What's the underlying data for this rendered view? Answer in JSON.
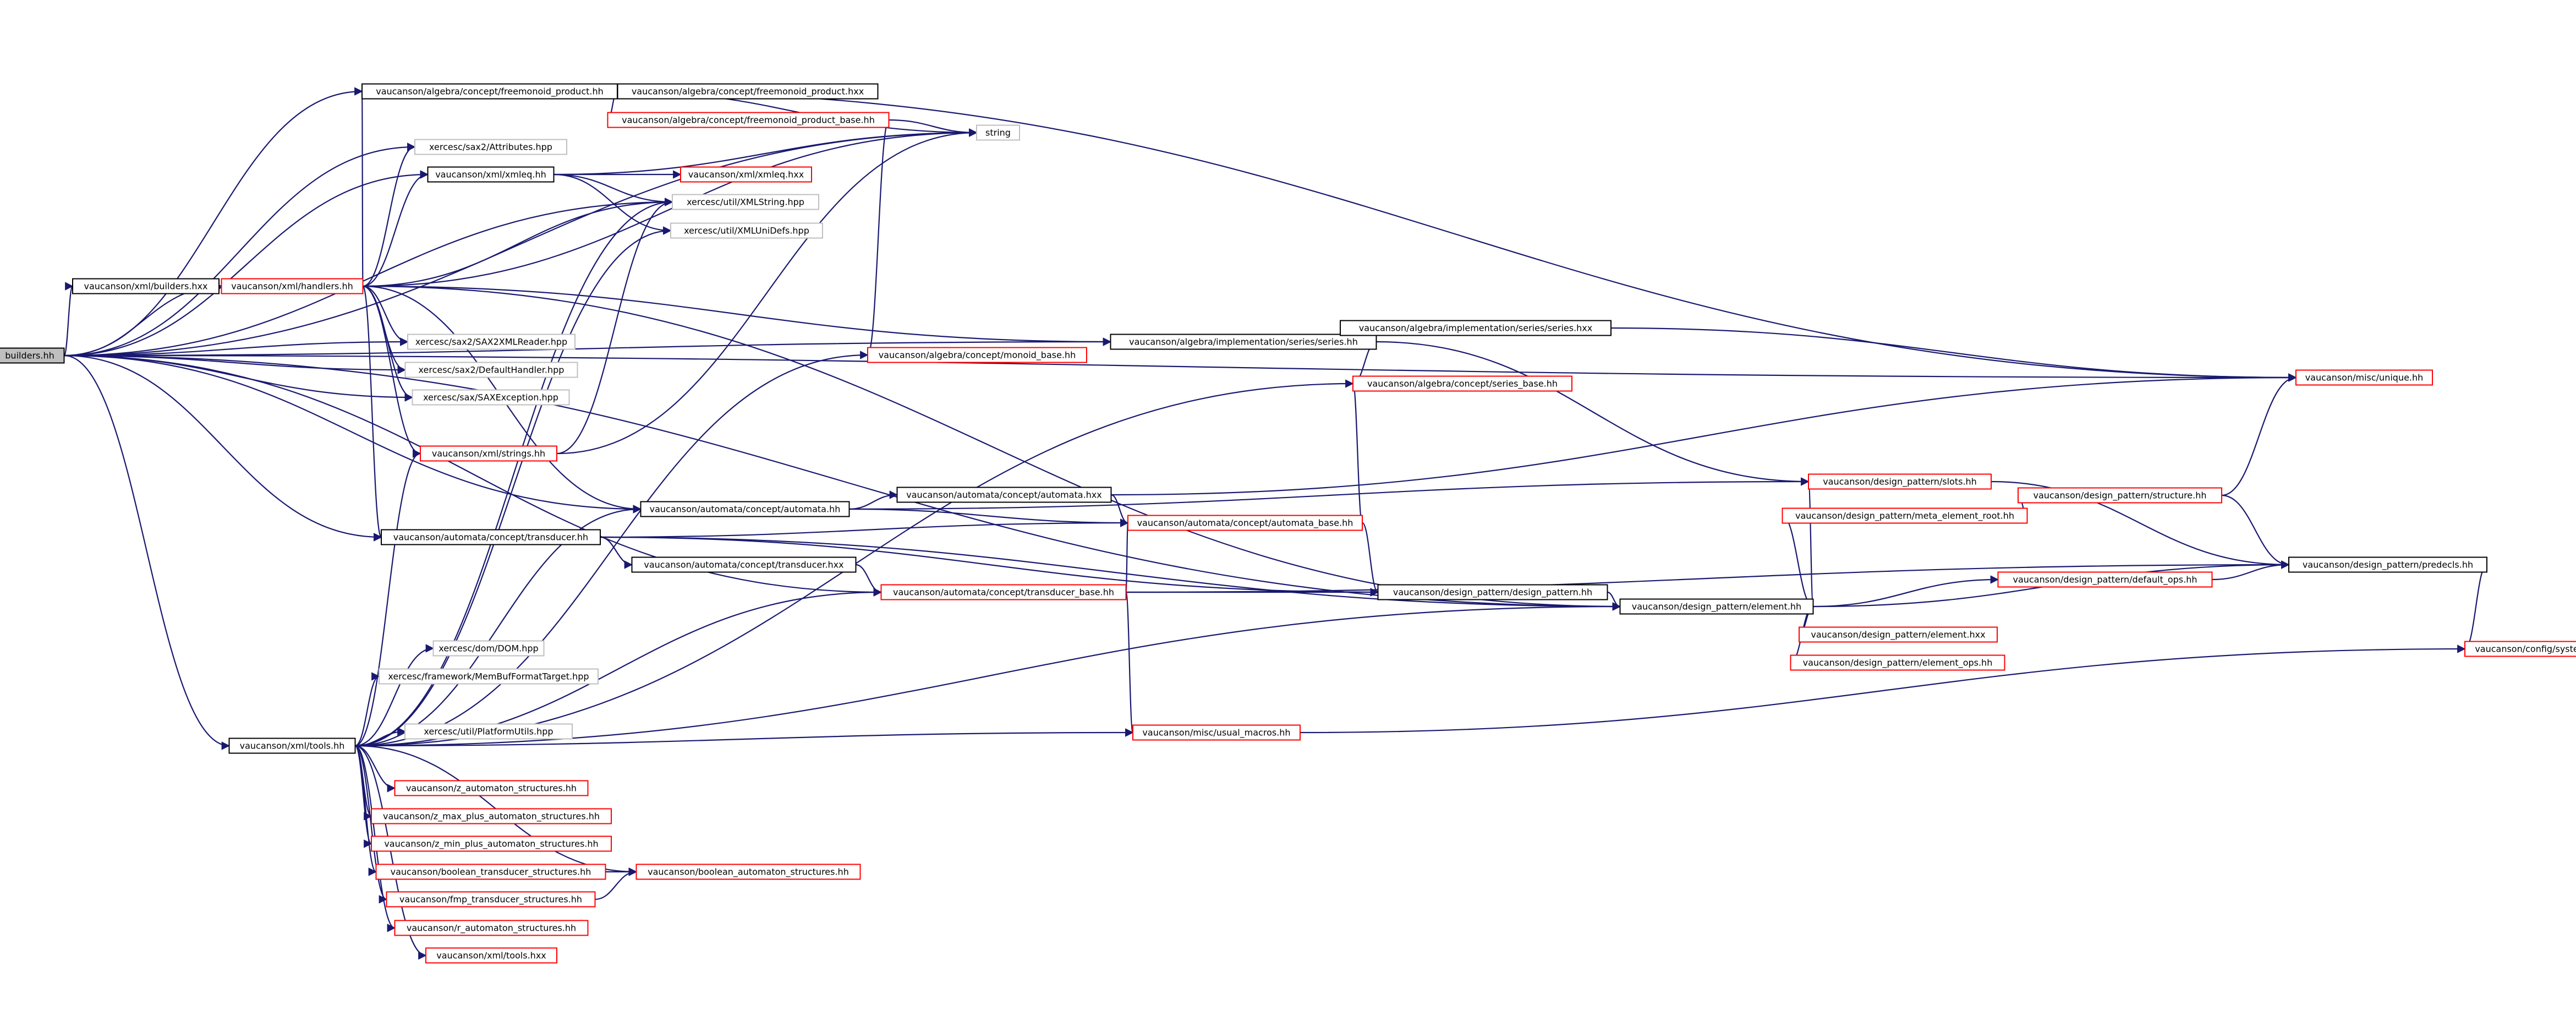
{
  "diagram": {
    "type": "include-dependency-graph",
    "colors": {
      "edge": "#191970",
      "border_black": "#000000",
      "border_red": "#ff0000",
      "border_gray": "#bfbfbf",
      "root_fill": "#bfbfbf",
      "fill": "#ffffff"
    },
    "nodes": [
      {
        "id": "builders",
        "label": "builders.hh",
        "style": "root"
      },
      {
        "id": "fmp_hh",
        "label": "vaucanson/algebra/concept/freemonoid_product.hh",
        "style": "black"
      },
      {
        "id": "fmp_hxx",
        "label": "vaucanson/algebra/concept/freemonoid_product.hxx",
        "style": "black"
      },
      {
        "id": "fmp_base",
        "label": "vaucanson/algebra/concept/freemonoid_product_base.hh",
        "style": "red"
      },
      {
        "id": "string",
        "label": "string",
        "style": "gray"
      },
      {
        "id": "attributes",
        "label": "xercesc/sax2/Attributes.hpp",
        "style": "gray"
      },
      {
        "id": "xmleq_hh",
        "label": "vaucanson/xml/xmleq.hh",
        "style": "black"
      },
      {
        "id": "xmleq_hxx",
        "label": "vaucanson/xml/xmleq.hxx",
        "style": "red"
      },
      {
        "id": "xmlstring",
        "label": "xercesc/util/XMLString.hpp",
        "style": "gray"
      },
      {
        "id": "xmlunidefs",
        "label": "xercesc/util/XMLUniDefs.hpp",
        "style": "gray"
      },
      {
        "id": "builders_hxx",
        "label": "vaucanson/xml/builders.hxx",
        "style": "black"
      },
      {
        "id": "handlers",
        "label": "vaucanson/xml/handlers.hh",
        "style": "red"
      },
      {
        "id": "sax2reader",
        "label": "xercesc/sax2/SAX2XMLReader.hpp",
        "style": "gray"
      },
      {
        "id": "defhandler",
        "label": "xercesc/sax2/DefaultHandler.hpp",
        "style": "gray"
      },
      {
        "id": "saxexc",
        "label": "xercesc/sax/SAXException.hpp",
        "style": "gray"
      },
      {
        "id": "strings",
        "label": "vaucanson/xml/strings.hh",
        "style": "red"
      },
      {
        "id": "monoid_base",
        "label": "vaucanson/algebra/concept/monoid_base.hh",
        "style": "red"
      },
      {
        "id": "series_hh",
        "label": "vaucanson/algebra/implementation/series/series.hh",
        "style": "black"
      },
      {
        "id": "series_hxx",
        "label": "vaucanson/algebra/implementation/series/series.hxx",
        "style": "black"
      },
      {
        "id": "series_base",
        "label": "vaucanson/algebra/concept/series_base.hh",
        "style": "red"
      },
      {
        "id": "unique",
        "label": "vaucanson/misc/unique.hh",
        "style": "red"
      },
      {
        "id": "automata_hh",
        "label": "vaucanson/automata/concept/automata.hh",
        "style": "black"
      },
      {
        "id": "automata_hxx",
        "label": "vaucanson/automata/concept/automata.hxx",
        "style": "black"
      },
      {
        "id": "automata_base",
        "label": "vaucanson/automata/concept/automata_base.hh",
        "style": "red"
      },
      {
        "id": "transducer_hh",
        "label": "vaucanson/automata/concept/transducer.hh",
        "style": "black"
      },
      {
        "id": "transducer_hxx",
        "label": "vaucanson/automata/concept/transducer.hxx",
        "style": "black"
      },
      {
        "id": "transducer_base",
        "label": "vaucanson/automata/concept/transducer_base.hh",
        "style": "red"
      },
      {
        "id": "slots",
        "label": "vaucanson/design_pattern/slots.hh",
        "style": "red"
      },
      {
        "id": "meta_elt",
        "label": "vaucanson/design_pattern/meta_element_root.hh",
        "style": "red"
      },
      {
        "id": "structure",
        "label": "vaucanson/design_pattern/structure.hh",
        "style": "red"
      },
      {
        "id": "predecls",
        "label": "vaucanson/design_pattern/predecls.hh",
        "style": "black"
      },
      {
        "id": "dp_hh",
        "label": "vaucanson/design_pattern/design_pattern.hh",
        "style": "black"
      },
      {
        "id": "element_hh",
        "label": "vaucanson/design_pattern/element.hh",
        "style": "black"
      },
      {
        "id": "default_ops",
        "label": "vaucanson/design_pattern/default_ops.hh",
        "style": "red"
      },
      {
        "id": "element_hxx",
        "label": "vaucanson/design_pattern/element.hxx",
        "style": "red"
      },
      {
        "id": "element_ops",
        "label": "vaucanson/design_pattern/element_ops.hh",
        "style": "red"
      },
      {
        "id": "config",
        "label": "vaucanson/config/system.hh",
        "style": "red"
      },
      {
        "id": "dom",
        "label": "xercesc/dom/DOM.hpp",
        "style": "gray"
      },
      {
        "id": "membuf",
        "label": "xercesc/framework/MemBufFormatTarget.hpp",
        "style": "gray"
      },
      {
        "id": "platutils",
        "label": "xercesc/util/PlatformUtils.hpp",
        "style": "gray"
      },
      {
        "id": "tools_hh",
        "label": "vaucanson/xml/tools.hh",
        "style": "black"
      },
      {
        "id": "static_macros",
        "label": "vaucanson/misc/usual_macros.hh",
        "style": "red"
      },
      {
        "id": "z_auto",
        "label": "vaucanson/z_automaton_structures.hh",
        "style": "red"
      },
      {
        "id": "z_max",
        "label": "vaucanson/z_max_plus_automaton_structures.hh",
        "style": "red"
      },
      {
        "id": "z_min",
        "label": "vaucanson/z_min_plus_automaton_structures.hh",
        "style": "red"
      },
      {
        "id": "bool_trans",
        "label": "vaucanson/boolean_transducer_structures.hh",
        "style": "red"
      },
      {
        "id": "bool_auto",
        "label": "vaucanson/boolean_automaton_structures.hh",
        "style": "red"
      },
      {
        "id": "fmp_trans",
        "label": "vaucanson/fmp_transducer_structures.hh",
        "style": "red"
      },
      {
        "id": "r_auto",
        "label": "vaucanson/r_automaton_structures.hh",
        "style": "red"
      },
      {
        "id": "tools_hxx",
        "label": "vaucanson/xml/tools.hxx",
        "style": "red"
      }
    ],
    "edges": [
      [
        "builders",
        "fmp_hh"
      ],
      [
        "builders",
        "string"
      ],
      [
        "builders",
        "xmlstring"
      ],
      [
        "builders",
        "attributes"
      ],
      [
        "builders",
        "xmleq_hh"
      ],
      [
        "builders",
        "builders_hxx"
      ],
      [
        "builders",
        "handlers"
      ],
      [
        "builders",
        "sax2reader"
      ],
      [
        "builders",
        "defhandler"
      ],
      [
        "builders",
        "saxexc"
      ],
      [
        "builders",
        "unique"
      ],
      [
        "builders",
        "series_hh"
      ],
      [
        "builders",
        "automata_hh"
      ],
      [
        "builders",
        "transducer_hh"
      ],
      [
        "builders",
        "transducer_base"
      ],
      [
        "builders",
        "element_hh"
      ],
      [
        "builders",
        "tools_hh"
      ],
      [
        "fmp_hh",
        "fmp_hxx"
      ],
      [
        "fmp_hh",
        "fmp_base"
      ],
      [
        "fmp_hh",
        "string"
      ],
      [
        "fmp_hh",
        "unique"
      ],
      [
        "fmp_hxx",
        "fmp_hh"
      ],
      [
        "fmp_base",
        "string"
      ],
      [
        "fmp_base",
        "monoid_base"
      ],
      [
        "xmleq_hh",
        "xmleq_hxx"
      ],
      [
        "xmleq_hh",
        "xmlstring"
      ],
      [
        "xmleq_hh",
        "xmlunidefs"
      ],
      [
        "xmleq_hh",
        "string"
      ],
      [
        "builders_hxx",
        "handlers"
      ],
      [
        "handlers",
        "string"
      ],
      [
        "handlers",
        "xmlstring"
      ],
      [
        "handlers",
        "attributes"
      ],
      [
        "handlers",
        "xmleq_hh"
      ],
      [
        "handlers",
        "sax2reader"
      ],
      [
        "handlers",
        "defhandler"
      ],
      [
        "handlers",
        "saxexc"
      ],
      [
        "handlers",
        "strings"
      ],
      [
        "handlers",
        "series_hh"
      ],
      [
        "handlers",
        "automata_hh"
      ],
      [
        "handlers",
        "transducer_hh"
      ],
      [
        "handlers",
        "element_hh"
      ],
      [
        "handlers",
        "fmp_hh"
      ],
      [
        "strings",
        "string"
      ],
      [
        "strings",
        "xmlstring"
      ],
      [
        "series_hh",
        "series_hxx"
      ],
      [
        "series_hh",
        "series_base"
      ],
      [
        "series_hh",
        "slots"
      ],
      [
        "series_hxx",
        "series_hh"
      ],
      [
        "series_hxx",
        "unique"
      ],
      [
        "automata_hh",
        "automata_hxx"
      ],
      [
        "automata_hh",
        "automata_base"
      ],
      [
        "automata_hh",
        "slots"
      ],
      [
        "automata_hxx",
        "automata_base"
      ],
      [
        "automata_hxx",
        "unique"
      ],
      [
        "automata_base",
        "series_base"
      ],
      [
        "automata_base",
        "dp_hh"
      ],
      [
        "transducer_hh",
        "transducer_hxx"
      ],
      [
        "transducer_hh",
        "automata_base"
      ],
      [
        "transducer_hh",
        "dp_hh"
      ],
      [
        "transducer_hh",
        "element_hh"
      ],
      [
        "transducer_hxx",
        "transducer_base"
      ],
      [
        "transducer_base",
        "automata_base"
      ],
      [
        "transducer_base",
        "dp_hh"
      ],
      [
        "transducer_base",
        "predecls"
      ],
      [
        "transducer_base",
        "static_macros"
      ],
      [
        "slots",
        "predecls"
      ],
      [
        "meta_elt",
        "structure"
      ],
      [
        "structure",
        "unique"
      ],
      [
        "structure",
        "predecls"
      ],
      [
        "dp_hh",
        "element_hh"
      ],
      [
        "element_hh",
        "slots"
      ],
      [
        "element_hh",
        "meta_elt"
      ],
      [
        "element_hh",
        "default_ops"
      ],
      [
        "element_hh",
        "element_hxx"
      ],
      [
        "element_hh",
        "element_ops"
      ],
      [
        "element_hh",
        "predecls"
      ],
      [
        "element_hxx",
        "element_hh"
      ],
      [
        "default_ops",
        "predecls"
      ],
      [
        "predecls",
        "config"
      ],
      [
        "static_macros",
        "config"
      ],
      [
        "tools_hh",
        "strings"
      ],
      [
        "tools_hh",
        "xmlunidefs"
      ],
      [
        "tools_hh",
        "xmlstring"
      ],
      [
        "tools_hh",
        "monoid_base"
      ],
      [
        "tools_hh",
        "series_base"
      ],
      [
        "tools_hh",
        "automata_hh"
      ],
      [
        "tools_hh",
        "transducer_base"
      ],
      [
        "tools_hh",
        "element_hh"
      ],
      [
        "tools_hh",
        "dom"
      ],
      [
        "tools_hh",
        "membuf"
      ],
      [
        "tools_hh",
        "platutils"
      ],
      [
        "tools_hh",
        "z_auto"
      ],
      [
        "tools_hh",
        "z_max"
      ],
      [
        "tools_hh",
        "z_min"
      ],
      [
        "tools_hh",
        "bool_trans"
      ],
      [
        "tools_hh",
        "bool_auto"
      ],
      [
        "tools_hh",
        "fmp_trans"
      ],
      [
        "tools_hh",
        "r_auto"
      ],
      [
        "tools_hh",
        "tools_hxx"
      ],
      [
        "tools_hh",
        "static_macros"
      ],
      [
        "bool_trans",
        "bool_auto"
      ],
      [
        "fmp_trans",
        "bool_auto"
      ]
    ]
  }
}
